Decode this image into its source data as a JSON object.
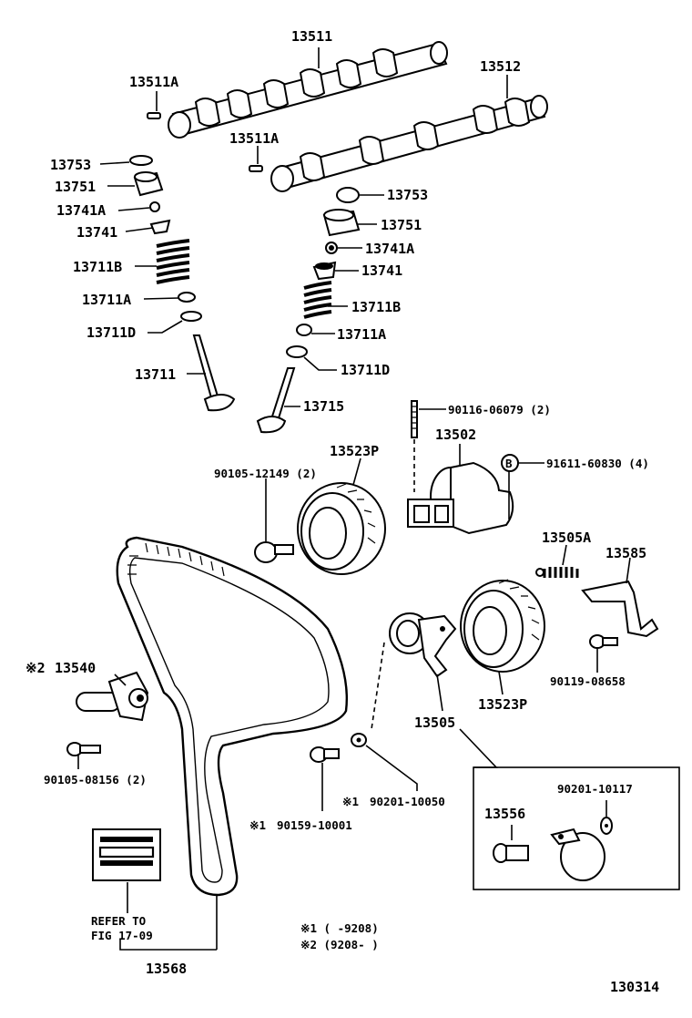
{
  "labels": {
    "camshaft_intake": "13511",
    "camshaft_exhaust": "13512",
    "pin_left": "13511A",
    "pin_right": "13511A",
    "shim_left": "13753",
    "lifter_left": "13751",
    "keeper_left": "13741A",
    "retainer_left": "13741",
    "spring_left": "13711B",
    "seal_left": "13711A",
    "seat_left": "13711D",
    "valve_left": "13711",
    "shim_right": "13753",
    "lifter_right": "13751",
    "keeper_right": "13741A",
    "retainer_right": "13741",
    "spring_right": "13711B",
    "seal_right": "13711A",
    "seat_right": "13711D",
    "valve_right": "13715",
    "stud": "90116-06079 (2)",
    "bracket": "13502",
    "marker_b_text": "91611-60830 (4)",
    "marker_b": "B",
    "pulley_top": "13523P",
    "bolt_pulley": "90105-12149 (2)",
    "spring_tensioner": "13505A",
    "plate": "13585",
    "bolt_plate": "90119-08658",
    "pulley_bottom": "13523P",
    "idler": "13505",
    "tensioner": "13540",
    "tensioner_prefix": "※2",
    "bolt_tensioner": "90105-08156 (2)",
    "washer": "90201-10050",
    "washer_prefix": "※1",
    "bolt_idler": "90159-10001",
    "bolt_idler_prefix": "※1",
    "inset_washer": "90201-10117",
    "inset_bolt": "13556",
    "refer_line1": "REFER TO",
    "refer_line2": "FIG 17-09",
    "belt": "13568",
    "note1": "※1 (     -9208)",
    "note2": "※2 (9208-     )",
    "figure_number": "130314"
  }
}
